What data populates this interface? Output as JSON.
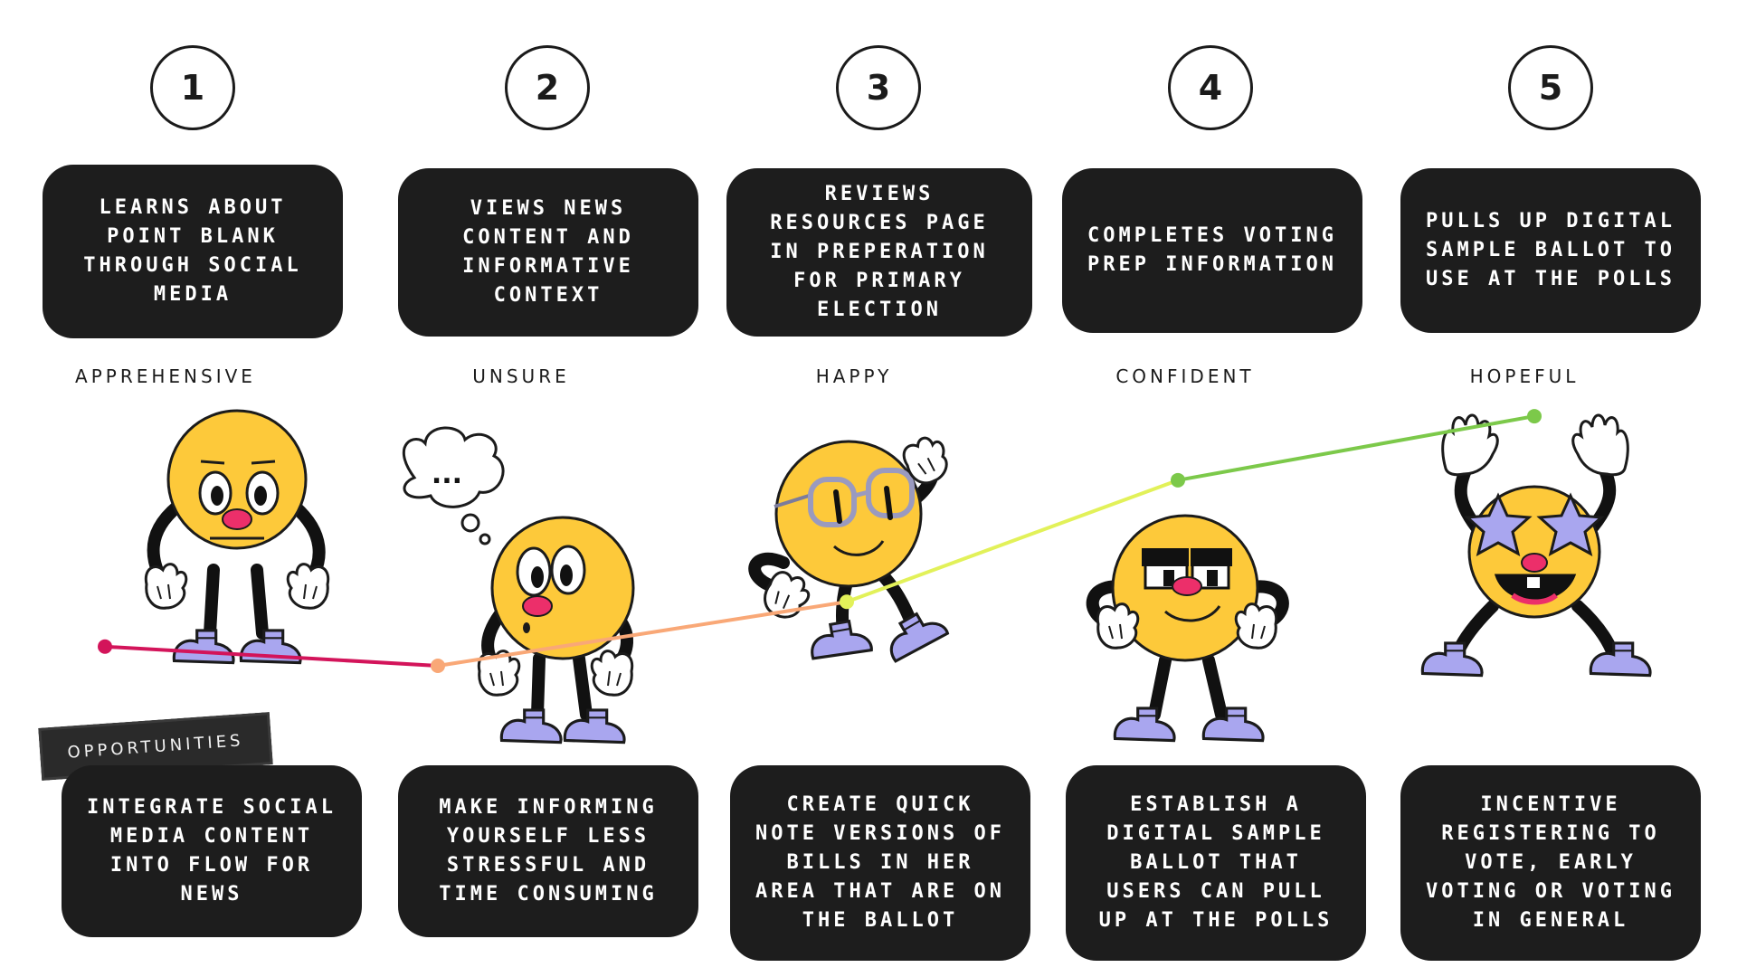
{
  "steps": [
    {
      "number": "1",
      "color": "#fdd3ff",
      "action": "LEARNS ABOUT POINT BLANK THROUGH SOCIAL MEDIA",
      "emotion": "APPREHENSIVE",
      "opportunity": "INTEGRATE SOCIAL MEDIA CONTENT INTO FLOW FOR NEWS"
    },
    {
      "number": "2",
      "color": "#def159",
      "action": "VIEWS NEWS CONTENT AND INFORMATIVE CONTEXT",
      "emotion": "UNSURE",
      "opportunity": "MAKE INFORMING YOURSELF LESS STRESSFUL AND TIME CONSUMING"
    },
    {
      "number": "3",
      "color": "#cccdfd",
      "action": "REVIEWS RESOURCES PAGE IN PREPERATION FOR PRIMARY ELECTION",
      "emotion": "HAPPY",
      "opportunity": "CREATE QUICK NOTE VERSIONS OF BILLS IN HER AREA THAT ARE ON THE BALLOT"
    },
    {
      "number": "4",
      "color": "#a6dcfd",
      "action": "COMPLETES VOTING PREP INFORMATION",
      "emotion": "CONFIDENT",
      "opportunity": "ESTABLISH A DIGITAL SAMPLE BALLOT THAT USERS CAN PULL UP AT THE POLLS"
    },
    {
      "number": "5",
      "color": "#f6ab8c",
      "action": "PULLS UP DIGITAL SAMPLE BALLOT TO USE AT THE POLLS",
      "emotion": "HOPEFUL",
      "opportunity": "INCENTIVE REGISTERING TO VOTE, EARLY VOTING OR VOTING IN GENERAL"
    }
  ],
  "opportunities_label": "OPPORTUNITIES",
  "thought_bubble_text": "...",
  "colors": {
    "card_bg": "#1d1d1d",
    "face_yellow": "#fdc93a",
    "shoe_lavender": "#a9a6ef",
    "nose_pink": "#ec2f6a",
    "line_step1": "#d3145a",
    "line_step2": "#f9a877",
    "line_step3": "#e2f159",
    "line_step4": "#7cc94a"
  },
  "chart_data": {
    "type": "line",
    "categories": [
      "APPREHENSIVE",
      "UNSURE",
      "HAPPY",
      "CONFIDENT",
      "HOPEFUL"
    ],
    "series": [
      {
        "values": [
          0.3,
          0.0,
          1.0,
          2.9,
          3.9
        ]
      }
    ],
    "ylim": [
      0,
      4
    ]
  }
}
